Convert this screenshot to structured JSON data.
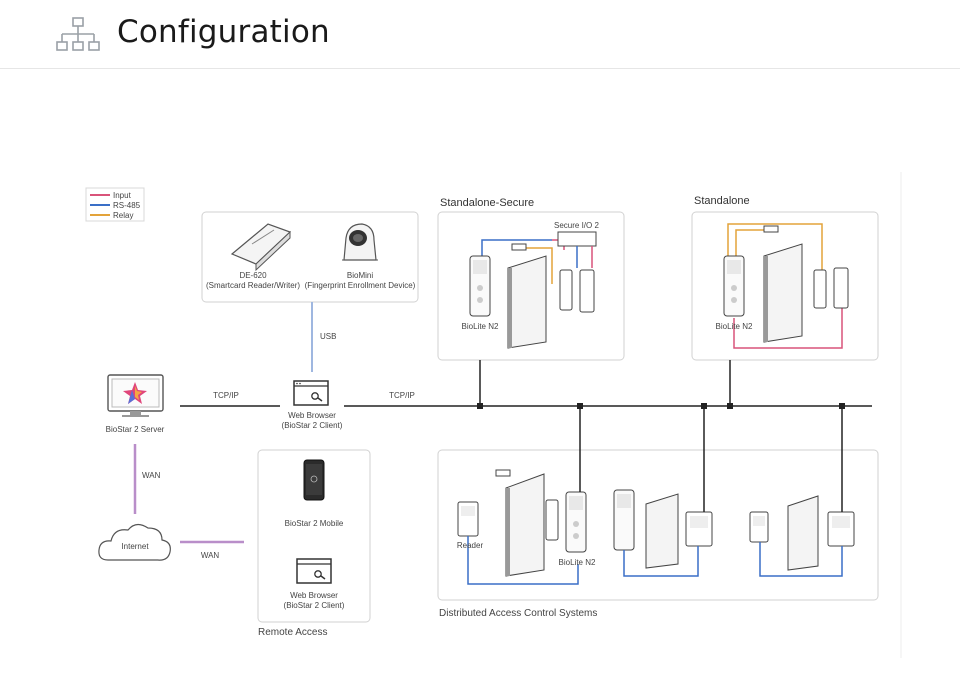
{
  "header": {
    "title": "Configuration",
    "icon": "sitemap-icon"
  },
  "legend": {
    "items": [
      {
        "label": "Input",
        "color": "#d9537a"
      },
      {
        "label": "RS-485",
        "color": "#3a6fc7"
      },
      {
        "label": "Relay",
        "color": "#e3a33a"
      }
    ]
  },
  "devices": {
    "de620_label": "DE-620",
    "de620_sub": "(Smartcard Reader/Writer)",
    "biomini_label": "BioMini",
    "biomini_sub": "(Fingerprint Enrollment Device)",
    "usb": "USB",
    "server_label": "BioStar 2 Server",
    "tcpip_left": "TCP/IP",
    "tcpip_right": "TCP/IP",
    "browser_label": "Web Browser",
    "browser_sub": "(BioStar 2 Client)",
    "wan_vertical": "WAN",
    "wan_horizontal": "WAN",
    "internet": "Internet",
    "mobile_label": "BioStar 2 Mobile",
    "remote_browser_label": "Web Browser",
    "remote_browser_sub": "(BioStar 2 Client)",
    "remote_access": "Remote Access"
  },
  "groups": {
    "standalone_secure": "Standalone-Secure",
    "secure_io": "Secure I/O 2",
    "biolite_ss": "BioLite N2",
    "standalone": "Standalone",
    "biolite_sa": "BioLite N2",
    "distributed": "Distributed Access Control Systems",
    "reader": "Reader",
    "biolite_dist": "BioLite N2"
  },
  "colors": {
    "input": "#d9537a",
    "rs485": "#3a6fc7",
    "relay": "#e3a33a",
    "wan": "#b98ec9",
    "usb": "#9fb7e0"
  }
}
